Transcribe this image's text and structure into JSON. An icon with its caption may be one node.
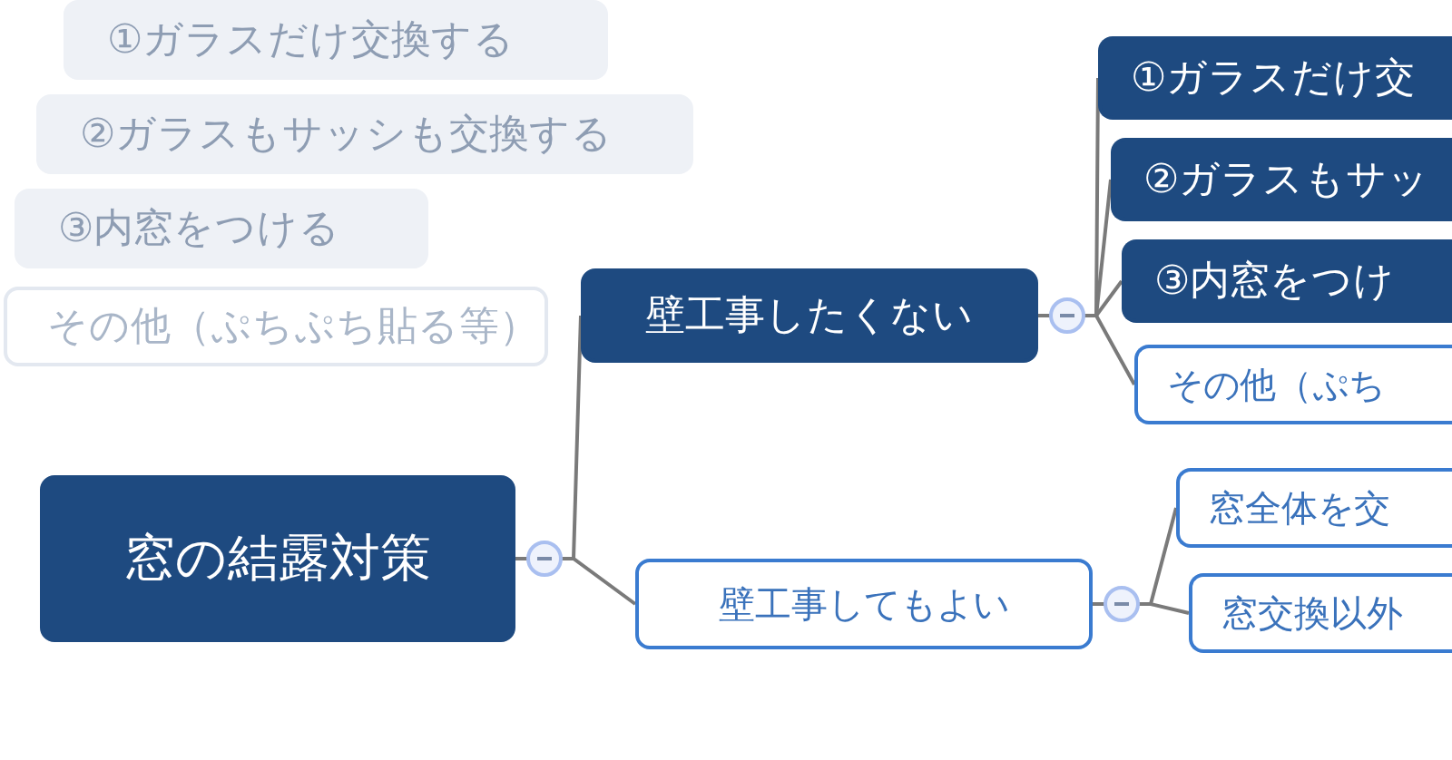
{
  "diagram": {
    "nodes": [
      {
        "text": [
          "窓の結露対策"
        ]
      },
      {
        "text": [
          "壁工事したくない"
        ]
      },
      {
        "text": [
          "①ガラスだけ交"
        ]
      },
      {
        "text": [
          "②ガラスもサッ"
        ]
      },
      {
        "text": [
          "③内窓をつけ"
        ]
      },
      {
        "text": [
          "その他（ぷち"
        ]
      },
      {
        "text": [
          "壁工事してもよい"
        ]
      },
      {
        "text": [
          "窓全体を交"
        ]
      },
      {
        "text": [
          "窓交換以外"
        ]
      }
    ],
    "edges": [
      {
        "from": 0,
        "to": 1,
        "arrow": "none"
      },
      {
        "from": 0,
        "to": 6,
        "arrow": "none"
      },
      {
        "from": 1,
        "to": 2,
        "arrow": "none"
      },
      {
        "from": 1,
        "to": 3,
        "arrow": "none"
      },
      {
        "from": 1,
        "to": 4,
        "arrow": "none"
      },
      {
        "from": 1,
        "to": 5,
        "arrow": "none"
      },
      {
        "from": 6,
        "to": 7,
        "arrow": "none"
      },
      {
        "from": 6,
        "to": 8,
        "arrow": "none"
      }
    ],
    "labels": [
      "①ガラスだけ交換する",
      "②ガラスもサッシも交換する",
      "③内窓をつける",
      "その他（ぷちぷち貼る等）"
    ]
  }
}
